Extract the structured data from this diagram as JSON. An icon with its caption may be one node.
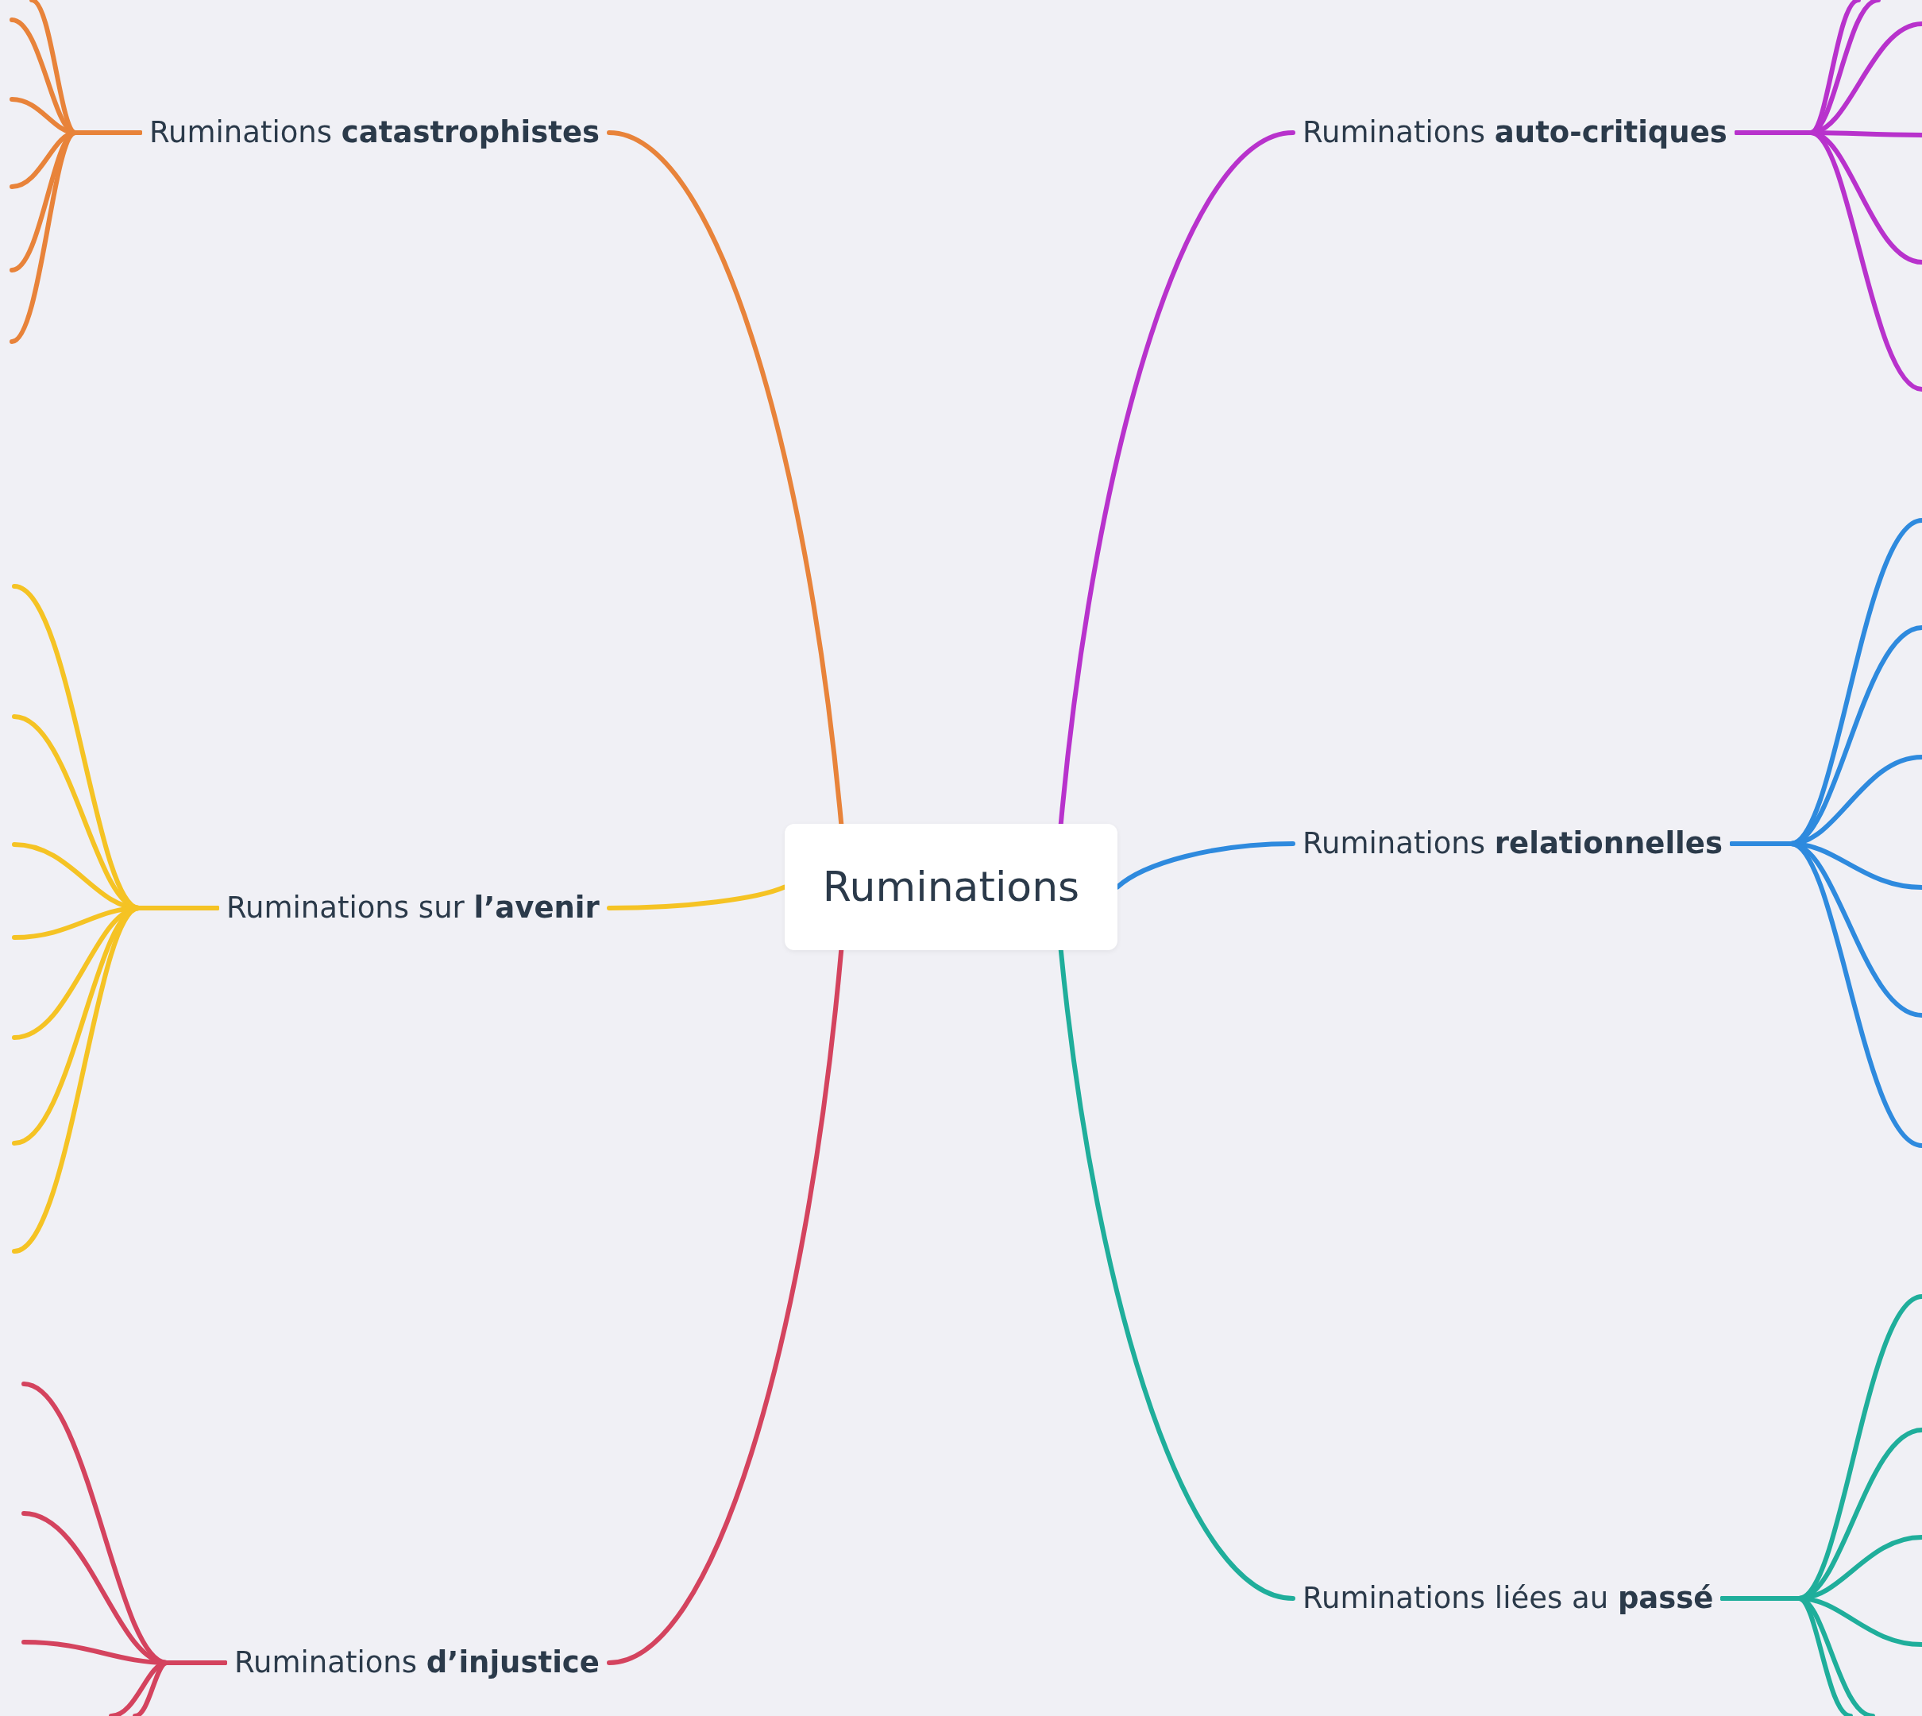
{
  "diagram": {
    "nodes": [
      {
        "text": [
          "Ruminations"
        ]
      },
      {
        "text": [
          "Ruminations **catastrophistes**"
        ]
      },
      {
        "text": [
          "Ruminations **auto-critiques**"
        ]
      },
      {
        "text": [
          "Ruminations sur **l’avenir**"
        ]
      },
      {
        "text": [
          "Ruminations **relationnelles**"
        ]
      },
      {
        "text": [
          "Ruminations **d’injustice**"
        ]
      },
      {
        "text": [
          "Ruminations liées au **passé**"
        ]
      }
    ],
    "edges": [
      {
        "from": 0,
        "to": 1,
        "arrow": "none",
        "color": "#e8833a"
      },
      {
        "from": 0,
        "to": 2,
        "arrow": "none",
        "color": "#b832cc"
      },
      {
        "from": 0,
        "to": 3,
        "arrow": "none",
        "color": "#f5c324"
      },
      {
        "from": 0,
        "to": 4,
        "arrow": "none",
        "color": "#2e8ade"
      },
      {
        "from": 0,
        "to": 5,
        "arrow": "none",
        "color": "#d4435e"
      },
      {
        "from": 0,
        "to": 6,
        "arrow": "none",
        "color": "#1fae9b"
      },
      {
        "from": 1,
        "to": null,
        "arrow": "none",
        "color": "#e8833a"
      },
      {
        "from": 1,
        "to": null,
        "arrow": "none",
        "color": "#e8833a"
      },
      {
        "from": 1,
        "to": null,
        "arrow": "none",
        "color": "#e8833a"
      },
      {
        "from": 1,
        "to": null,
        "arrow": "none",
        "color": "#e8833a"
      },
      {
        "from": 1,
        "to": null,
        "arrow": "none",
        "color": "#e8833a"
      },
      {
        "from": 1,
        "to": null,
        "arrow": "none",
        "color": "#e8833a"
      },
      {
        "from": 2,
        "to": null,
        "arrow": "none",
        "color": "#b832cc"
      },
      {
        "from": 2,
        "to": null,
        "arrow": "none",
        "color": "#b832cc"
      },
      {
        "from": 2,
        "to": null,
        "arrow": "none",
        "color": "#b832cc"
      },
      {
        "from": 2,
        "to": null,
        "arrow": "none",
        "color": "#b832cc"
      },
      {
        "from": 2,
        "to": null,
        "arrow": "none",
        "color": "#b832cc"
      },
      {
        "from": 2,
        "to": null,
        "arrow": "none",
        "color": "#b832cc"
      },
      {
        "from": 3,
        "to": null,
        "arrow": "none",
        "color": "#f5c324"
      },
      {
        "from": 3,
        "to": null,
        "arrow": "none",
        "color": "#f5c324"
      },
      {
        "from": 3,
        "to": null,
        "arrow": "none",
        "color": "#f5c324"
      },
      {
        "from": 3,
        "to": null,
        "arrow": "none",
        "color": "#f5c324"
      },
      {
        "from": 3,
        "to": null,
        "arrow": "none",
        "color": "#f5c324"
      },
      {
        "from": 3,
        "to": null,
        "arrow": "none",
        "color": "#f5c324"
      },
      {
        "from": 3,
        "to": null,
        "arrow": "none",
        "color": "#f5c324"
      },
      {
        "from": 4,
        "to": null,
        "arrow": "none",
        "color": "#2e8ade"
      },
      {
        "from": 4,
        "to": null,
        "arrow": "none",
        "color": "#2e8ade"
      },
      {
        "from": 4,
        "to": null,
        "arrow": "none",
        "color": "#2e8ade"
      },
      {
        "from": 4,
        "to": null,
        "arrow": "none",
        "color": "#2e8ade"
      },
      {
        "from": 4,
        "to": null,
        "arrow": "none",
        "color": "#2e8ade"
      },
      {
        "from": 4,
        "to": null,
        "arrow": "none",
        "color": "#2e8ade"
      },
      {
        "from": 5,
        "to": null,
        "arrow": "none",
        "color": "#d4435e"
      },
      {
        "from": 5,
        "to": null,
        "arrow": "none",
        "color": "#d4435e"
      },
      {
        "from": 5,
        "to": null,
        "arrow": "none",
        "color": "#d4435e"
      },
      {
        "from": 5,
        "to": null,
        "arrow": "none",
        "color": "#d4435e"
      },
      {
        "from": 5,
        "to": null,
        "arrow": "none",
        "color": "#d4435e"
      },
      {
        "from": 6,
        "to": null,
        "arrow": "none",
        "color": "#1fae9b"
      },
      {
        "from": 6,
        "to": null,
        "arrow": "none",
        "color": "#1fae9b"
      },
      {
        "from": 6,
        "to": null,
        "arrow": "none",
        "color": "#1fae9b"
      },
      {
        "from": 6,
        "to": null,
        "arrow": "none",
        "color": "#1fae9b"
      },
      {
        "from": 6,
        "to": null,
        "arrow": "none",
        "color": "#1fae9b"
      },
      {
        "from": 6,
        "to": null,
        "arrow": "none",
        "color": "#1fae9b"
      }
    ]
  }
}
